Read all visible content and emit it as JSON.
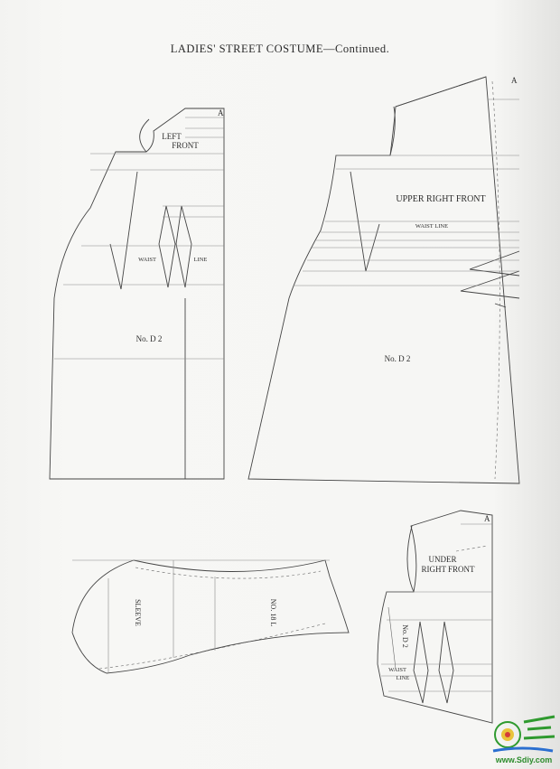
{
  "page": {
    "title": "LADIES' STREET COSTUME—Continued."
  },
  "pieces": {
    "left_front": {
      "name_line1": "LEFT",
      "name_line2": "FRONT",
      "number": "No. D 2",
      "waist": "WAIST",
      "line": "LINE"
    },
    "upper_right_front": {
      "name": "UPPER RIGHT FRONT",
      "waist_line": "WAIST LINE",
      "number": "No. D 2"
    },
    "sleeve": {
      "name": "SLEEVE",
      "number": "NO. 18 L"
    },
    "under_right_front": {
      "name_line1": "UNDER",
      "name_line2": "RIGHT FRONT",
      "number": "No. D 2",
      "waist": "WAIST",
      "line": "LINE"
    }
  },
  "corner_letter": "A",
  "watermark": {
    "url": "www.Sdiy.com"
  }
}
